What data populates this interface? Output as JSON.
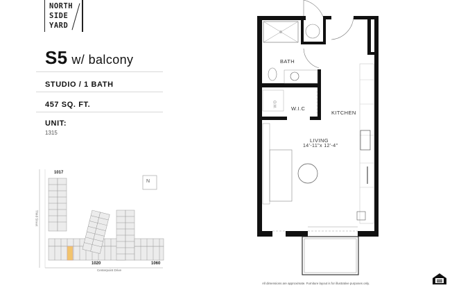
{
  "brand": {
    "logo_lines": [
      "NORTH",
      "SIDE",
      "YARD"
    ]
  },
  "unit_info": {
    "plan_name": "S5",
    "plan_suffix": "w/ balcony",
    "type": "STUDIO / 1 BATH",
    "area": "457 SQ. FT.",
    "unit_label": "UNIT:",
    "unit_number": "1315"
  },
  "site_map": {
    "buildings": [
      "1017",
      "1020",
      "1060"
    ],
    "street_west": "Third Street",
    "street_south": "Centerpoint Drive",
    "north_label": "N",
    "highlight_color": "#f2c46d"
  },
  "floor_plan": {
    "rooms": {
      "bath": "BATH",
      "wic": "W.I.C",
      "kitchen": "KITCHEN",
      "living": "LIVING",
      "living_dims": "14'-11\"x 12'-4\""
    },
    "appliance_labels": {
      "washer_dryer": "W/D"
    }
  },
  "footer": {
    "disclaimer": "All dimensions are approximate. Furniture layout is for illustrative purposes only.",
    "eho_label": "EQUAL HOUSING OPPORTUNITY"
  }
}
